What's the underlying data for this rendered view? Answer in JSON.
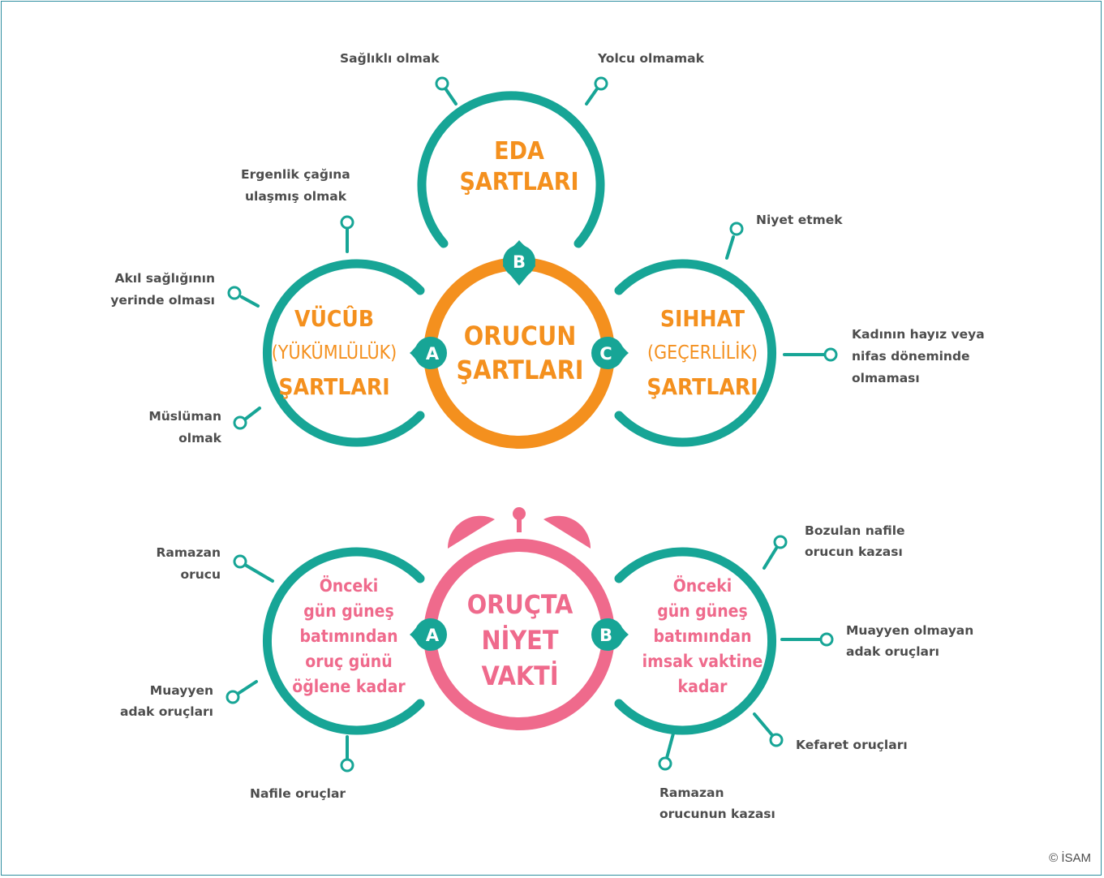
{
  "colors": {
    "teal": "#17a596",
    "orange": "#f4901e",
    "pink": "#ef6a8c",
    "label": "#4d4d4d"
  },
  "top": {
    "center": {
      "line1": "ORUCUN",
      "line2": "ŞARTLARI"
    },
    "eda": {
      "line1": "EDA",
      "line2": "ŞARTLARI",
      "badge": "B"
    },
    "vucub": {
      "line1": "VÜCÛB",
      "line2": "(YÜKÜMLÜLÜK)",
      "line3": "ŞARTLARI",
      "badge": "A"
    },
    "sihhat": {
      "line1": "SIHHAT",
      "line2": "(GEÇERLİLİK)",
      "line3": "ŞARTLARI",
      "badge": "C"
    },
    "labels": {
      "saglikli": "Sağlıklı olmak",
      "yolcu": "Yolcu olmamak",
      "ergenlik1": "Ergenlik çağına",
      "ergenlik2": "ulaşmış olmak",
      "akil1": "Akıl sağlığının",
      "akil2": "yerinde olması",
      "musluman1": "Müslüman",
      "musluman2": "olmak",
      "niyet": "Niyet etmek",
      "kadin1": "Kadının hayız veya",
      "kadin2": "nifas döneminde",
      "kadin3": "olmaması"
    }
  },
  "bottom": {
    "center": {
      "line1": "ORUÇTA",
      "line2": "NİYET",
      "line3": "VAKTİ"
    },
    "left": {
      "badge": "A",
      "lines": [
        "Önceki",
        "gün güneş",
        "batımından",
        "oruç günü",
        "öğlene kadar"
      ]
    },
    "right": {
      "badge": "B",
      "lines": [
        "Önceki",
        "gün güneş",
        "batımından",
        "imsak vaktine",
        "kadar"
      ]
    },
    "labels": {
      "ramazan1": "Ramazan",
      "ramazan2": "orucu",
      "muayyen1": "Muayyen",
      "muayyen2": "adak oruçları",
      "nafile": "Nafile oruçlar",
      "bozulan1": "Bozulan nafile",
      "bozulan2": "orucun kazası",
      "muayyenOl1": "Muayyen olmayan",
      "muayyenOl2": "adak oruçları",
      "kefaret": "Kefaret oruçları",
      "ramKaza1": "Ramazan",
      "ramKaza2": "orucunun kazası"
    }
  },
  "copyright": "© İSAM"
}
